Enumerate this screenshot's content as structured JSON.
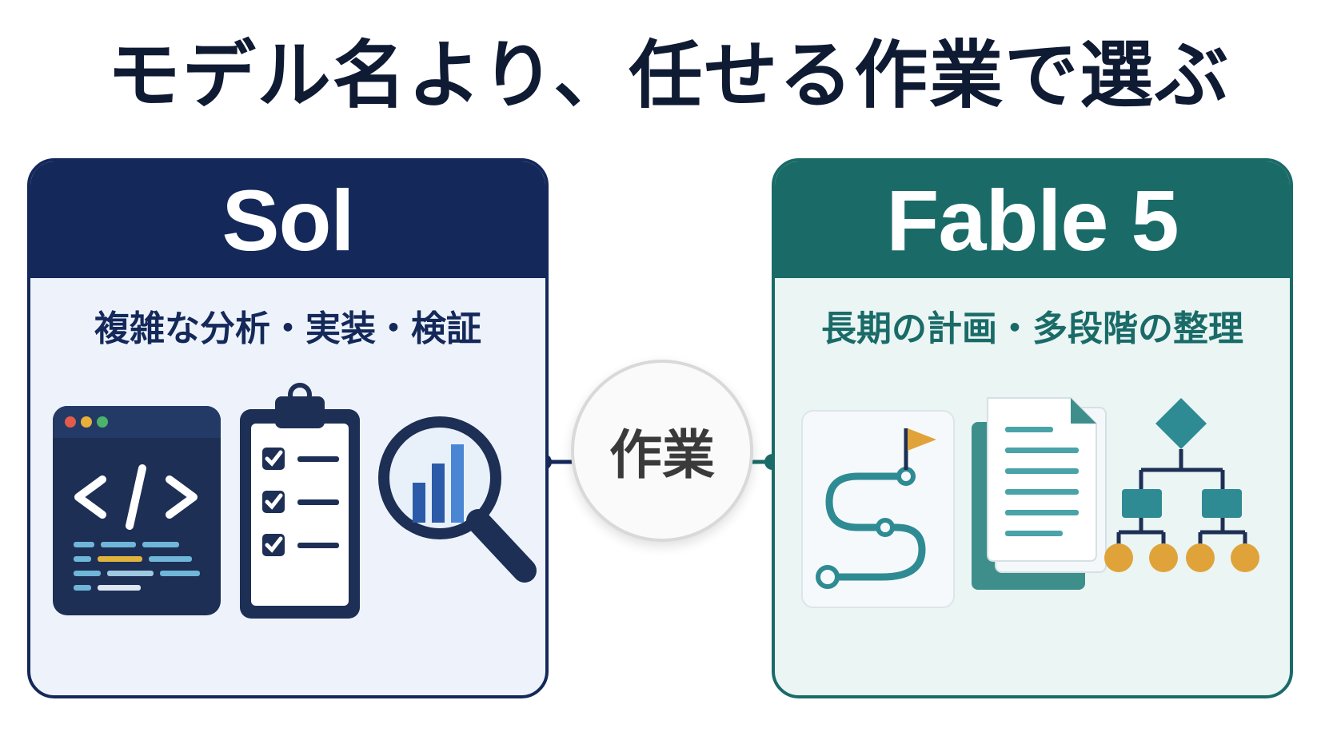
{
  "title": "モデル名より、任せる作業で選ぶ",
  "sol": {
    "name": "Sol",
    "subtitle": "複雑な分析・実装・検証",
    "icons": [
      "code-window-icon",
      "checklist-icon",
      "magnifier-chart-icon"
    ]
  },
  "fable": {
    "name": "Fable 5",
    "subtitle": "長期の計画・多段階の整理",
    "icons": [
      "roadmap-flag-icon",
      "documents-icon",
      "hierarchy-icon"
    ]
  },
  "center": {
    "label": "作業"
  },
  "colors": {
    "sol_primary": "#14285a",
    "fable_primary": "#1a6b68",
    "accent_gold": "#e0a33a",
    "title": "#0f1a33"
  }
}
